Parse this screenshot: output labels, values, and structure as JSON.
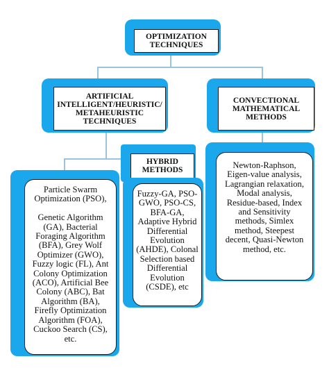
{
  "root": {
    "lines": [
      "OPTIMIZATION",
      "TECHNIQUES"
    ]
  },
  "left_branch": {
    "lines": [
      "ARTIFICIAL",
      "INTELLIGENT/HEURISTIC/",
      "METAHEURISTIC",
      "TECHNIQUES"
    ]
  },
  "right_branch": {
    "lines": [
      "CONVECTIONAL",
      "MATHEMATICAL",
      "METHODS"
    ]
  },
  "hybrid_header": {
    "lines": [
      "HYBRID",
      "METHODS"
    ]
  },
  "metaheuristic_list": "Particle Swarm\nOptimization (PSO),\n\nGenetic Algorithm\n(GA), Bacterial\nForaging Algorithm\n(BFA), Grey Wolf\nOptimizer (GWO),\nFuzzy logic (FL), Ant\nColony Optimization\n(ACO), Artificial Bee\nColony (ABC), Bat\nAlgorithm (BA),\nFirefly Optimization\nAlgorithm (FOA),\nCuckoo Search (CS),\netc.",
  "hybrid_list": "Fuzzy-GA, PSO-\nGWO, PSO-CS,\nBFA-GA,\nAdaptive Hybrid\nDifferential\nEvolution\n(AHDE), Colonal\nSelection based\nDifferential\nEvolution\n(CSDE), etc",
  "conventional_list": "Newton-Raphson,\nEigen-value analysis,\nLagrangian relaxation,\nModal analysis,\nResidue-based, Index\nand Sensitivity\nmethods, Simlex\nmethod, Steepest\ndecent, Quasi-Newton\nmethod, etc.",
  "colors": {
    "accent": "#1aa7ec",
    "connector": "#9cc3dd",
    "border": "#1a1a1a"
  }
}
